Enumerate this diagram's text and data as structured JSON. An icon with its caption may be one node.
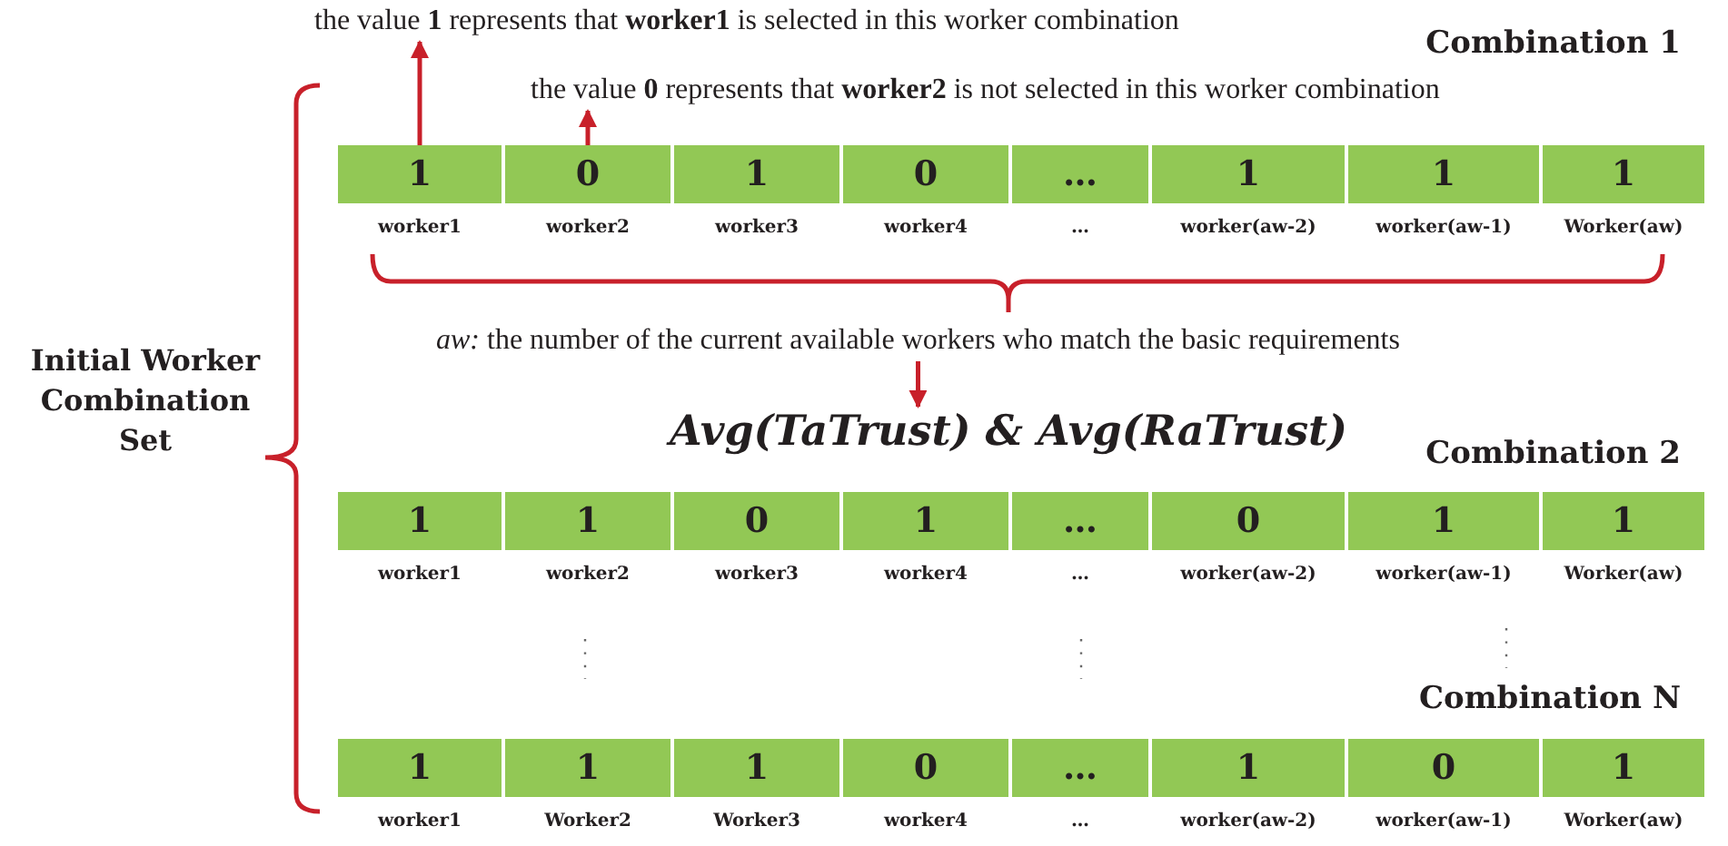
{
  "diagram": {
    "nodes": [
      {
        "text": [
          "the value **1** represents that **worker1** is selected in this worker combination"
        ]
      },
      {
        "text": [
          "the value **0** represents that **worker2** is not selected in this worker combination"
        ]
      },
      {
        "text": [
          "1"
        ],
        "beside": [
          "worker1"
        ]
      },
      {
        "text": [
          "0"
        ],
        "beside": [
          "worker2"
        ]
      },
      {
        "text": [
          "1"
        ],
        "beside": [
          "worker3"
        ]
      },
      {
        "text": [
          "0"
        ],
        "beside": [
          "worker4"
        ]
      },
      {
        "text": [
          "…"
        ],
        "beside": [
          "…"
        ]
      },
      {
        "text": [
          "1"
        ],
        "beside": [
          "worker(aw-2)"
        ]
      },
      {
        "text": [
          "1"
        ],
        "beside": [
          "worker(aw-1)"
        ]
      },
      {
        "text": [
          "1"
        ],
        "beside": [
          "Worker(aw)"
        ]
      },
      {
        "text": [
          "*aw:* the number of the current available workers who match the basic requirements"
        ]
      },
      {
        "text": [
          "Avg(TaTrust) & Avg(RaTrust)"
        ]
      },
      {
        "text": [
          "1"
        ],
        "beside": [
          "worker1"
        ]
      },
      {
        "text": [
          "1"
        ],
        "beside": [
          "worker2"
        ]
      },
      {
        "text": [
          "0"
        ],
        "beside": [
          "worker3"
        ]
      },
      {
        "text": [
          "1"
        ],
        "beside": [
          "worker4"
        ]
      },
      {
        "text": [
          "…"
        ],
        "beside": [
          "…"
        ]
      },
      {
        "text": [
          "0"
        ],
        "beside": [
          "worker(aw-2)"
        ]
      },
      {
        "text": [
          "1"
        ],
        "beside": [
          "worker(aw-1)"
        ]
      },
      {
        "text": [
          "1"
        ],
        "beside": [
          "Worker(aw)"
        ]
      },
      {
        "text": [
          "1"
        ],
        "beside": [
          "worker1"
        ]
      },
      {
        "text": [
          "1"
        ],
        "beside": [
          "Worker2"
        ]
      },
      {
        "text": [
          "1"
        ],
        "beside": [
          "Worker3"
        ]
      },
      {
        "text": [
          "0"
        ],
        "beside": [
          "worker4"
        ]
      },
      {
        "text": [
          "…"
        ],
        "beside": [
          "…"
        ]
      },
      {
        "text": [
          "1"
        ],
        "beside": [
          "worker(aw-2)"
        ]
      },
      {
        "text": [
          "0"
        ],
        "beside": [
          "worker(aw-1)"
        ]
      },
      {
        "text": [
          "1"
        ],
        "beside": [
          "Worker(aw)"
        ]
      }
    ],
    "edges": [
      {
        "from": 2,
        "to": 0,
        "arrow": "to"
      },
      {
        "from": 3,
        "to": 1,
        "arrow": "to"
      },
      {
        "from": 10,
        "to": 11,
        "arrow": "to"
      }
    ],
    "labels": [
      "Combination 1",
      "Initial Worker Combination Set",
      "Combination 2",
      "Combination N"
    ]
  }
}
